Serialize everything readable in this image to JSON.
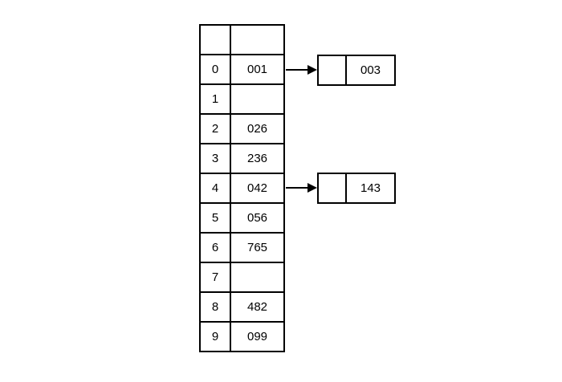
{
  "diagram": {
    "kind": "hash-table-with-chaining",
    "colors": {
      "background": "#ffffff",
      "line": "#000000",
      "text": "#000000"
    },
    "table": {
      "header": {
        "index": "",
        "value": ""
      },
      "rows": [
        {
          "index": "0",
          "value": "001"
        },
        {
          "index": "1",
          "value": ""
        },
        {
          "index": "2",
          "value": "026"
        },
        {
          "index": "3",
          "value": "236"
        },
        {
          "index": "4",
          "value": "042"
        },
        {
          "index": "5",
          "value": "056"
        },
        {
          "index": "6",
          "value": "765"
        },
        {
          "index": "7",
          "value": ""
        },
        {
          "index": "8",
          "value": "482"
        },
        {
          "index": "9",
          "value": "099"
        }
      ]
    },
    "nodes": [
      {
        "pointer": "",
        "value": "003",
        "linked_from_row": "0"
      },
      {
        "pointer": "",
        "value": "143",
        "linked_from_row": "4"
      }
    ]
  }
}
